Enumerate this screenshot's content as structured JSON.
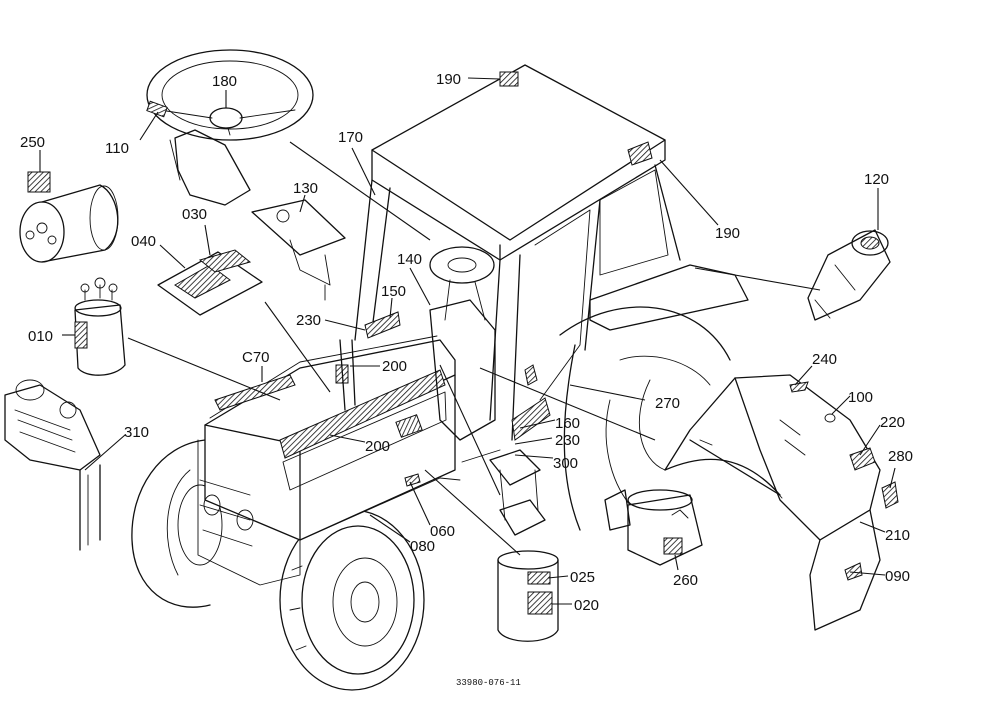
{
  "diagram": {
    "part_numbers": [
      "250",
      "110",
      "180",
      "190",
      "170",
      "190",
      "120",
      "130",
      "030",
      "040",
      "010",
      "230",
      "150",
      "140",
      "C70",
      "200",
      "240",
      "100",
      "220",
      "270",
      "160",
      "230",
      "300",
      "280",
      "310",
      "200",
      "060",
      "080",
      "210",
      "025",
      "260",
      "090",
      "020"
    ],
    "document_number": "33980-076-11"
  },
  "colors": {
    "ink": "#111111",
    "paper": "#ffffff"
  }
}
